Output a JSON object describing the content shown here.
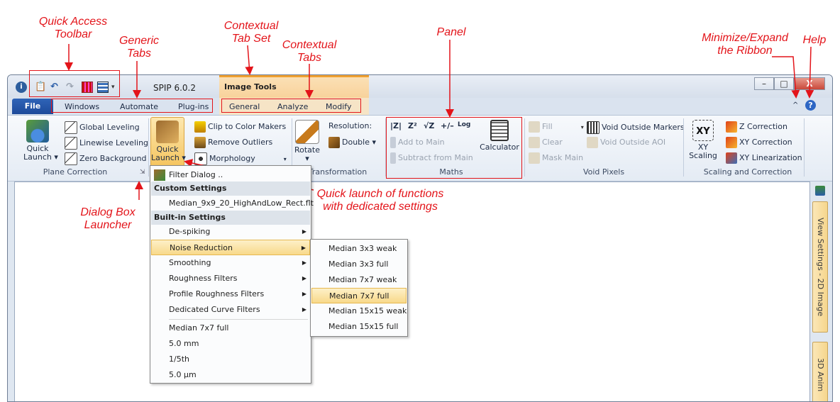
{
  "annotations": {
    "qat": "Quick Access\nToolbar",
    "generic_tabs": "Generic\nTabs",
    "contextual_tab_set": "Contextual\nTab Set",
    "contextual_tabs": "Contextual\nTabs",
    "panel": "Panel",
    "minimize": "Minimize/Expand\nthe Ribbon",
    "help": "Help",
    "dialog_launcher": "Dialog Box\nLauncher",
    "quick_launch": "Quick launch of functions\nwith dedicated settings"
  },
  "window": {
    "app_title": "SPIP 6.0.2",
    "contextual_title": "Image Tools",
    "minimize_glyph": "–",
    "maximize_glyph": "□",
    "close_glyph": "X",
    "ribbon_toggle_glyph": "^",
    "help_glyph": "?"
  },
  "tabs": {
    "file": "File",
    "generic": [
      "Windows",
      "Automate",
      "Plug-ins"
    ],
    "contextual": [
      "General",
      "Analyze",
      "Modify"
    ]
  },
  "ribbon": {
    "plane_correction": {
      "label": "Plane Correction",
      "quick_launch": "Quick\nLaunch ▾",
      "items": [
        "Global Leveling",
        "Linewise Leveling",
        "Zero Background"
      ]
    },
    "filter": {
      "quick_launch": "Quick\nLaunch ▾",
      "items": [
        "Clip to Color Makers",
        "Remove Outliers",
        "Morphology"
      ]
    },
    "transformation": {
      "label": "Transformation",
      "rotate": "Rotate\n▾",
      "resolution_label": "Resolution:",
      "resolution_value": "Double ▾"
    },
    "maths": {
      "label": "Maths",
      "symbols": [
        "|Z|",
        "Z²",
        "√Z",
        "+/–",
        "Log"
      ],
      "items": [
        "Add to Main",
        "Subtract from Main"
      ],
      "calculator": "Calculator"
    },
    "void_pixels": {
      "label": "Void Pixels",
      "left": [
        "Fill",
        "Clear",
        "Mask Main"
      ],
      "right": [
        "Void Outside Markers",
        "Void Outside AOI"
      ]
    },
    "scaling": {
      "label": "Scaling and Correction",
      "xy_scaling": "XY\nScaling",
      "xy_icon": "XY",
      "items": [
        "Z Correction",
        "XY Correction",
        "XY Linearization"
      ]
    }
  },
  "dropdown": {
    "filter_dialog": "Filter Dialog ..",
    "custom_header": "Custom Settings",
    "custom_items": [
      "Median_9x9_20_HighAndLow_Rect.flt"
    ],
    "builtin_header": "Built-in Settings",
    "builtin_items": [
      "De-spiking",
      "Noise Reduction",
      "Smoothing",
      "Roughness Filters",
      "Profile Roughness Filters",
      "Dedicated Curve Filters"
    ],
    "recent_items": [
      "Median 7x7 full",
      "5.0 mm",
      "1/5th",
      "5.0 µm"
    ]
  },
  "submenu": {
    "items": [
      "Median 3x3 weak",
      "Median 3x3 full",
      "Median 7x7 weak",
      "Median 7x7 full",
      "Median 15x15 weak",
      "Median 15x15 full"
    ]
  },
  "side_tabs": [
    "View Settings - 2D Image",
    "3D Anim"
  ]
}
